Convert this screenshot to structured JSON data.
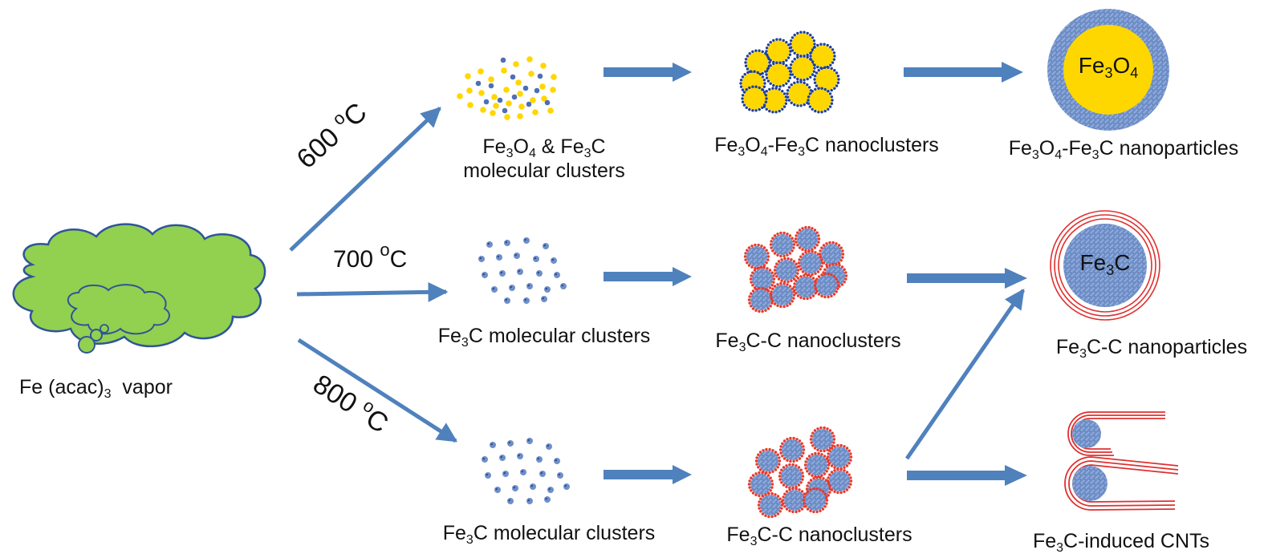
{
  "source": {
    "name": "Fe",
    "paren": "(acac)",
    "sub": "3",
    "suffix": "vapor"
  },
  "temperatures": [
    {
      "value": "600",
      "deg": "o",
      "unit": "C"
    },
    {
      "value": "700",
      "deg": "o",
      "unit": "C"
    },
    {
      "value": "800",
      "deg": "o",
      "unit": "C"
    }
  ],
  "row1": {
    "clusters_line1": {
      "a": "Fe",
      "a_sub": "3",
      "b": "O",
      "b_sub": "4",
      "c": " & Fe",
      "c_sub": "3",
      "d": "C"
    },
    "clusters_line2": "molecular clusters",
    "nano": {
      "a": "Fe",
      "a_sub": "3",
      "b": "O",
      "b_sub": "4",
      "c": "-Fe",
      "c_sub": "3",
      "d": "C nanoclusters"
    },
    "particle": {
      "a": "Fe",
      "a_sub": "3",
      "b": "O",
      "b_sub": "4",
      "c": "-Fe",
      "c_sub": "3",
      "d": "C nanoparticles"
    },
    "core": {
      "a": "Fe",
      "a_sub": "3",
      "b": "O",
      "b_sub": "4"
    }
  },
  "row2": {
    "clusters": {
      "a": "Fe",
      "a_sub": "3",
      "b": "C molecular clusters"
    },
    "nano": {
      "a": "Fe",
      "a_sub": "3",
      "b": "C-C nanoclusters"
    },
    "particle": {
      "a": "Fe",
      "a_sub": "3",
      "b": "C-C nanoparticles"
    },
    "core": {
      "a": "Fe",
      "a_sub": "3",
      "b": "C"
    }
  },
  "row3": {
    "clusters": {
      "a": "Fe",
      "a_sub": "3",
      "b": "C molecular clusters"
    },
    "nano": {
      "a": "Fe",
      "a_sub": "3",
      "b": "C-C nanoclusters"
    },
    "cnt": {
      "a": "Fe",
      "a_sub": "3",
      "b": "C-induced CNTs"
    }
  },
  "colors": {
    "arrow": "#4f81bd",
    "cloud": "#92d050",
    "cloud_stroke": "#2f5597",
    "gold": "#ffd700",
    "blue_particle": "#6f8fc8",
    "dot_blue": "#1f3f9a",
    "dot_red": "#e8392a",
    "ring_red": "#e03030"
  }
}
